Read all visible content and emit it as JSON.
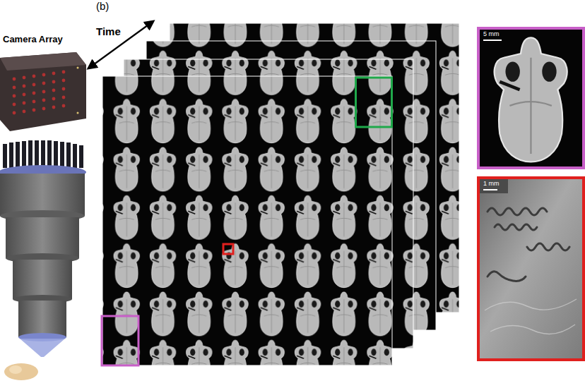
{
  "diagram": {
    "nodes": [
      {
        "text": [
          "5 mm"
        ]
      },
      {
        "text": [
          "1 mm"
        ]
      }
    ],
    "labels": [
      "Camera Array",
      "(b)",
      "Time"
    ]
  }
}
